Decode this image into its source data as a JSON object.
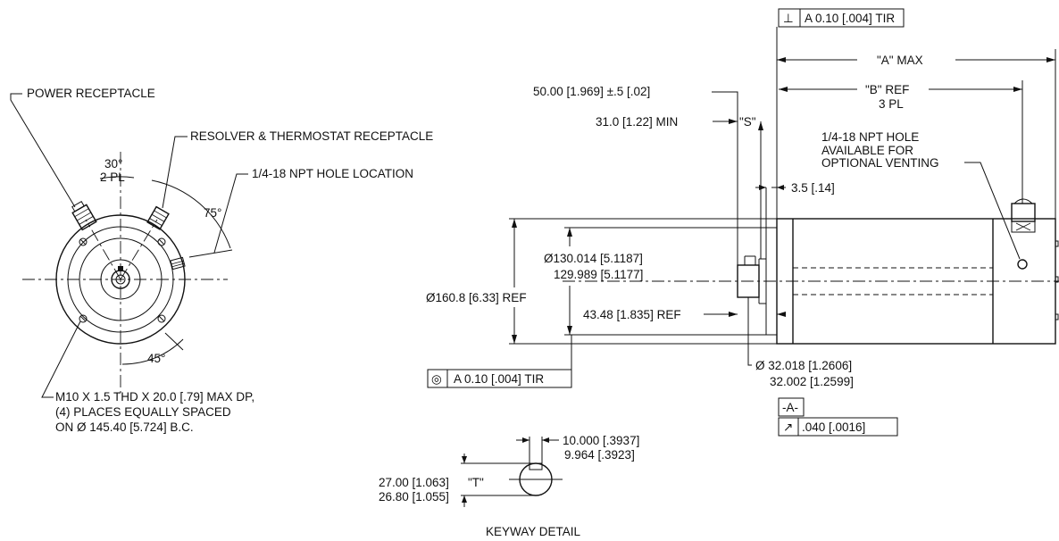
{
  "end_view": {
    "power_receptacle": "POWER RECEPTACLE",
    "resolver_receptacle": "RESOLVER & THERMOSTAT RECEPTACLE",
    "angle_30": "30°",
    "two_pl": "2 PL",
    "npt_hole_location": "1/4-18 NPT HOLE LOCATION",
    "angle_75": "75°",
    "angle_45": "45°",
    "mount_note_1": "M10 X 1.5 THD X 20.0 [.79] MAX DP,",
    "mount_note_2": "(4) PLACES EQUALLY SPACED",
    "mount_note_3": "ON  Ø 145.40 [5.724] B.C."
  },
  "side_view": {
    "perp_tolerance": "A 0.10 [.004] TIR",
    "perp_symbol": "⊥",
    "a_max": "\"A\" MAX",
    "b_ref": "\"B\" REF",
    "three_pl": "3 PL",
    "shaft_ext": "50.00 [1.969] ±.5 [.02]",
    "s_min": "31.0 [1.22] MIN",
    "s_label": "\"S\"",
    "vent_1": "1/4-18 NPT HOLE",
    "vent_2": "AVAILABLE FOR",
    "vent_3": "OPTIONAL VENTING",
    "dim_3_5": "3.5 [.14]",
    "pilot_1": "Ø130.014 [5.1187]",
    "pilot_2": "129.989 [5.1177]",
    "flange_dia": "Ø160.8 [6.33] REF",
    "dim_43_48": "43.48 [1.835] REF",
    "conc_tolerance": "A 0.10 [.004] TIR",
    "conc_symbol": "◎",
    "shaft_1": "Ø 32.018 [1.2606]",
    "shaft_2": "32.002 [1.2599]",
    "datum": "-A-",
    "runout_symbol": "↗",
    "runout": ".040 [.0016]"
  },
  "keyway": {
    "width_1": "10.000 [.3937]",
    "width_2": "9.964  [.3923]",
    "t_1": "27.00 [1.063]",
    "t_2": "26.80 [1.055]",
    "t_label": "\"T\"",
    "caption": "KEYWAY DETAIL"
  }
}
